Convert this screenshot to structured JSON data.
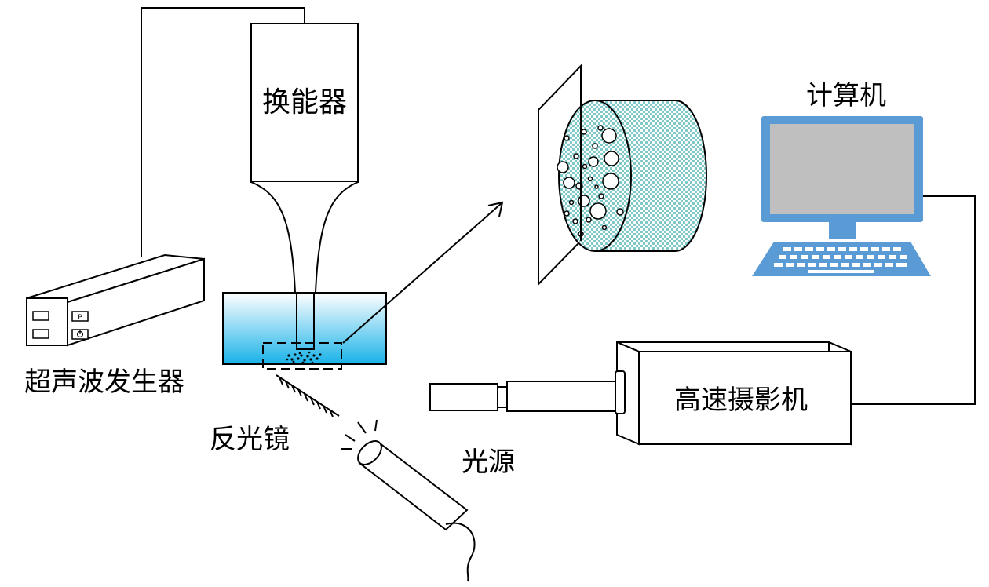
{
  "labels": {
    "transducer": "换能器",
    "ultrasonic_generator": "超声波发生器",
    "reflector": "反光镜",
    "light_source": "光源",
    "computer": "计算机",
    "high_speed_camera": "高速摄影机"
  },
  "generator_panel": {
    "button_p": "P",
    "button_power_icon": "power-icon"
  },
  "colors": {
    "line": "#000000",
    "water_top": "#ffffff",
    "water_bottom": "#19b2e8",
    "monitor_frame": "#5b9bd5",
    "monitor_screen": "#bfbfbf",
    "keyboard": "#5b9bd5",
    "bubble_cloud": "#9fd8da"
  }
}
